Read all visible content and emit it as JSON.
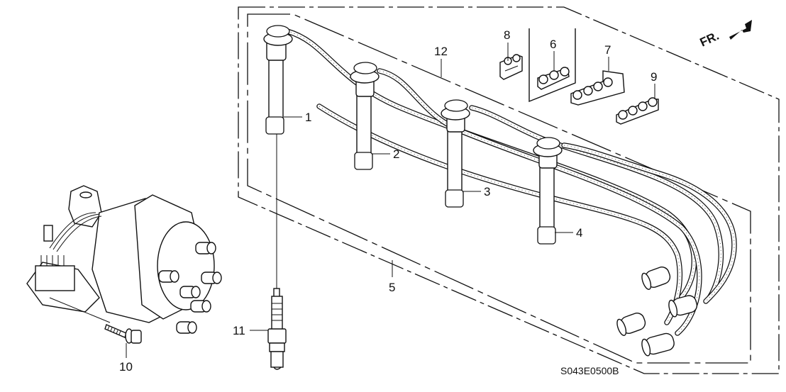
{
  "diagram": {
    "title": "Ignition wire set / distributor / spark plug parts diagram",
    "diagram_code": "S043E0500B",
    "direction_indicator": {
      "label": "FR.",
      "icon": "arrow-right-up-icon"
    },
    "callouts": [
      {
        "id": "1",
        "label": "1",
        "part": "ignition-wire-1"
      },
      {
        "id": "2",
        "label": "2",
        "part": "ignition-wire-2"
      },
      {
        "id": "3",
        "label": "3",
        "part": "ignition-wire-3"
      },
      {
        "id": "4",
        "label": "4",
        "part": "ignition-wire-4"
      },
      {
        "id": "5",
        "label": "5",
        "part": "ignition-wire-set"
      },
      {
        "id": "6",
        "label": "6",
        "part": "wire-clamp-3-slot"
      },
      {
        "id": "7",
        "label": "7",
        "part": "wire-clamp-4-slot-with-block"
      },
      {
        "id": "8",
        "label": "8",
        "part": "wire-clamp-2-slot"
      },
      {
        "id": "9",
        "label": "9",
        "part": "wire-clamp-4-slot"
      },
      {
        "id": "10",
        "label": "10",
        "part": "flange-bolt"
      },
      {
        "id": "11",
        "label": "11",
        "part": "spark-plug"
      },
      {
        "id": "12",
        "label": "12",
        "part": "wire-assembly-subset"
      }
    ]
  }
}
